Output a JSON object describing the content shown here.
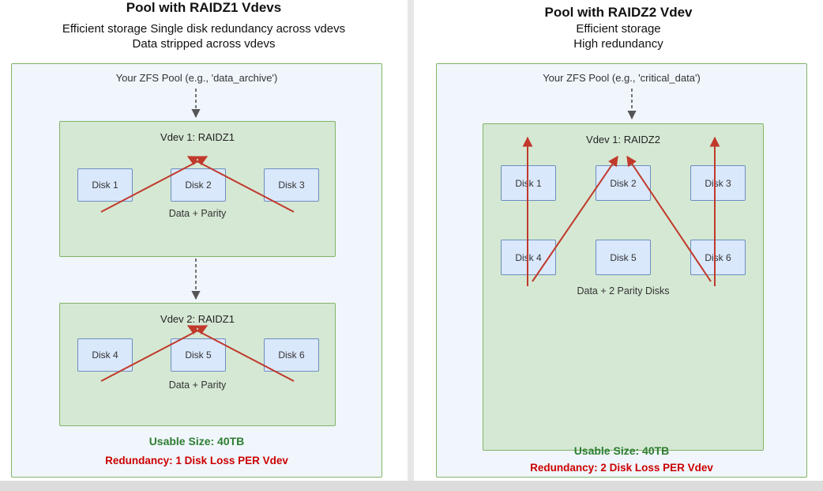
{
  "colors": {
    "pool_fill": "#f0f6fc",
    "pool_border_green": "#82b366",
    "vdev_fill_green": "#d5e8d4",
    "disk_fill_blue": "#dae8fc",
    "disk_border_blue": "#6c8ebf",
    "arrow_red": "#c0392b",
    "dashed_gray": "#555555",
    "usable_green": "#2e7d32",
    "redundancy_red": "#cc0000"
  },
  "left": {
    "title": "Pool with RAIDZ1 Vdevs",
    "subtitle1": "Efficient storage  Single disk redundancy across vdevs",
    "subtitle2": "Data stripped across vdevs",
    "pool_label": "Your ZFS Pool (e.g., 'data_archive')",
    "vdev1": {
      "label": "Vdev 1: RAIDZ1",
      "disks": [
        "Disk 1",
        "Disk 2",
        "Disk 3"
      ],
      "caption": "Data + Parity"
    },
    "vdev2": {
      "label": "Vdev 2: RAIDZ1",
      "disks": [
        "Disk 4",
        "Disk 5",
        "Disk 6"
      ],
      "caption": "Data + Parity"
    },
    "usable": "Usable Size: 40TB",
    "redundancy": "Redundancy: 1 Disk Loss PER Vdev"
  },
  "right": {
    "title": "Pool with RAIDZ2 Vdev",
    "subtitle1": "Efficient storage",
    "subtitle2": "High redundancy",
    "pool_label": "Your ZFS Pool (e.g., 'critical_data')",
    "vdev1": {
      "label": "Vdev 1: RAIDZ2",
      "disks_row1": [
        "Disk 1",
        "Disk 2",
        "Disk 3"
      ],
      "disks_row2": [
        "Disk 4",
        "Disk 5",
        "Disk 6"
      ],
      "caption": "Data + 2 Parity Disks"
    },
    "usable": "Usable Size: 40TB",
    "redundancy": "Redundancy: 2 Disk Loss PER Vdev"
  }
}
